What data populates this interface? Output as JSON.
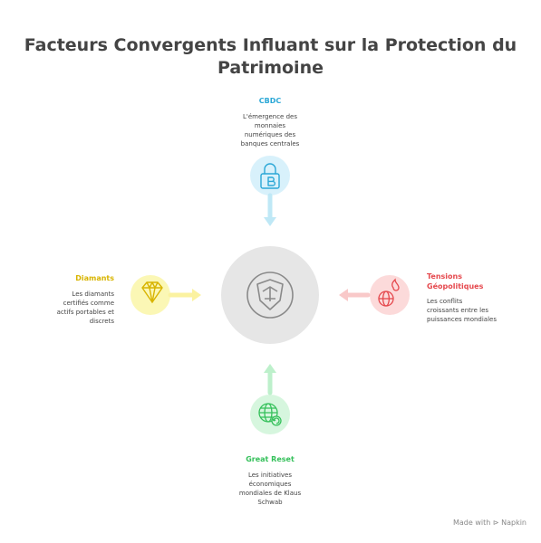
{
  "title": "Facteurs Convergents Influant sur la Protection du Patrimoine",
  "title_line1": "Facteurs Convergents Influant sur la Protection du",
  "title_line2": "Patrimoine",
  "factors": {
    "cbdc": {
      "label": "CBDC",
      "desc_lines": [
        "L'émergence des",
        "monnaies",
        "numériques des",
        "banques centrales"
      ],
      "color": "#2aa7d6",
      "bg": "#d8f1fb",
      "icon": "bitcoin-lock-icon"
    },
    "diamants": {
      "label": "Diamants",
      "desc_lines": [
        "Les diamants",
        "certifiés comme",
        "actifs portables et",
        "discrets"
      ],
      "color": "#d8b400",
      "bg": "#fbf7b5",
      "icon": "diamond-icon"
    },
    "tensions": {
      "label_lines": [
        "Tensions",
        "Géopolitiques"
      ],
      "desc_lines": [
        "Les conflits",
        "croissants entre les",
        "puissances mondiales"
      ],
      "color": "#e5484d",
      "bg": "#fcdada",
      "icon": "globe-fire-icon"
    },
    "great_reset": {
      "label": "Great Reset",
      "desc_lines": [
        "Les initiatives",
        "économiques",
        "mondiales de Klaus",
        "Schwab"
      ],
      "color": "#34c05a",
      "bg": "#d6f6de",
      "icon": "globe-reset-icon"
    }
  },
  "center_icon": "shield-icon",
  "footer": "Made with ⊳ Napkin"
}
